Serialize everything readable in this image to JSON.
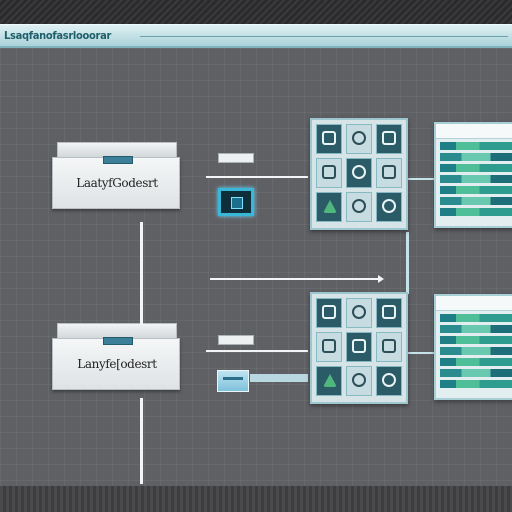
{
  "window": {
    "title": "Lsaqfanofasrlooorar"
  },
  "boxes": [
    {
      "label": "LaatyfGodesrt"
    },
    {
      "label": "Lanyfe[odesrt"
    }
  ],
  "colors": {
    "accent": "#39b7d8",
    "canvas": "#5f6064",
    "titlebar": "#aad3d9"
  }
}
